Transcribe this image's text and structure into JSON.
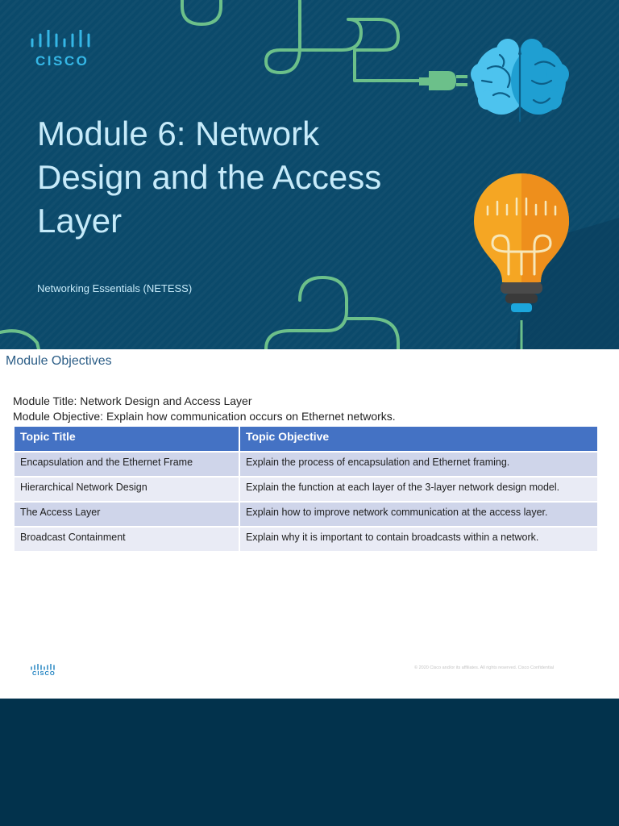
{
  "colors": {
    "slide1_background": "#0b4a6b",
    "title_text": "#c7ebfa",
    "logo_blue": "#35b7e6",
    "circuit_green": "#6cc08a",
    "table_header": "#4472c4",
    "table_row_dark": "#cfd5ea",
    "table_row_light": "#e9ebf5",
    "page_background": "#02324c"
  },
  "slide1": {
    "logo_text": "CISCO",
    "title_lines": [
      "Module 6: Network",
      "Design and the Access",
      "Layer"
    ],
    "subtitle": "Networking Essentials (NETESS)",
    "icons": [
      "cisco-logo-icon",
      "circuit-line-graphic",
      "plug-icon",
      "brain-icon",
      "lightbulb-icon"
    ]
  },
  "slide2": {
    "heading": "Module Objectives",
    "module_title_line": "Module Title: Network Design and Access Layer",
    "module_objective_line": "Module Objective: Explain how communication occurs on Ethernet networks.",
    "table": {
      "headers": [
        "Topic Title",
        "Topic Objective"
      ],
      "rows": [
        [
          "Encapsulation and the Ethernet Frame",
          "Explain the process of encapsulation and Ethernet framing."
        ],
        [
          "Hierarchical Network Design",
          "Explain the function at each layer of the 3-layer network design model."
        ],
        [
          "The Access Layer",
          "Explain how to improve network communication at the access layer."
        ],
        [
          "Broadcast Containment",
          "Explain why it is important to contain broadcasts within a network."
        ]
      ]
    },
    "footer": {
      "logo_text": "CISCO",
      "copyright": "© 2020  Cisco and/or its affiliates. All rights reserved.   Cisco Confidential"
    }
  }
}
